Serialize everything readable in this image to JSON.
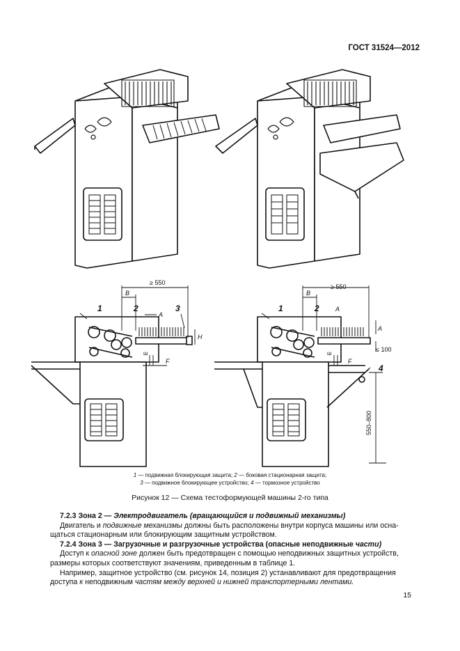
{
  "header": {
    "code": "ГОСТ 31524—2012"
  },
  "figure": {
    "dims": {
      "d550": "≥ 550",
      "B": "B",
      "A": "A",
      "H": "H",
      "F": "F",
      "le100": "≤ 100",
      "range": "550–800",
      "n1": "1",
      "n2": "2",
      "n3": "3",
      "n4": "4",
      "s": "ш"
    },
    "legend_line1_a": "1",
    "legend_line1_b": " — подвижная блокирующая защита; ",
    "legend_line1_c": "2",
    "legend_line1_d": " — боковая стационарная защита;",
    "legend_line2_a": "3",
    "legend_line2_b": " — подвижное блокирующее устройство; ",
    "legend_line2_c": "4",
    "legend_line2_d": " — тормозное устройство",
    "caption": "Рисунок 12 — Схема тестоформующей машины 2-го типа"
  },
  "body": {
    "s723_num": "7.2.3 Зона 2 — ",
    "s723_title": "Электродвигатель (вращающийся и подвижный механизмы)",
    "p1_a": "Двигатель и ",
    "p1_b": "подвижные механизмы",
    "p1_c": " должны быть расположены внутри корпуса машины или осна-",
    "p1_d": "щаться стационарным или блокирующим защитным устройством.",
    "s724_num": "7.2.4 Зона 3 — Загрузочные и разгрузочные устройства (опасные неподвижные ",
    "s724_title_it": "части)",
    "p2_a": "Доступ к ",
    "p2_b": "опасной зоне",
    "p2_c": " должен быть предотвращен с помощью неподвижных защитных устройств,",
    "p2_d": "размеры которых соответствуют значениям, приведенным в таблице 1.",
    "p3_a": "Например, защитное устройство (см. рисунок 14, позиция 2) устанавливают для предотвращения",
    "p3_b": "доступа ",
    "p3_c": "к",
    "p3_d": " неподвижным ",
    "p3_e": "частям между верхней и нижней транспортерными лентами."
  },
  "footer": {
    "page_number": "15"
  }
}
